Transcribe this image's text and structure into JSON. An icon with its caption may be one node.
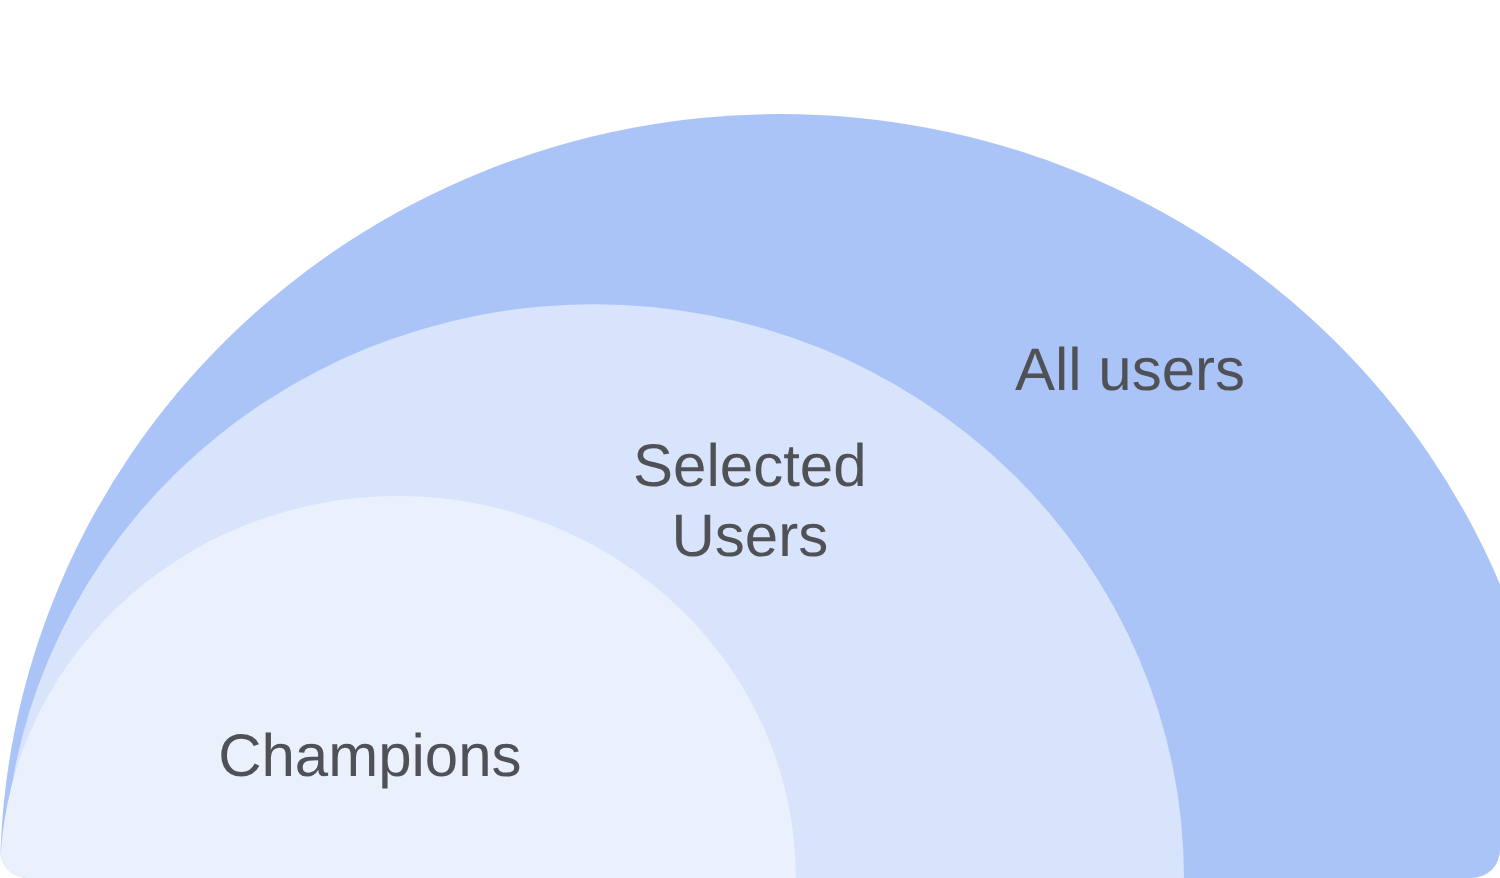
{
  "diagram": {
    "nodes": [
      {
        "text": [
          "All users"
        ]
      },
      {
        "text": [
          "Selected Users"
        ],
        "in": 0
      },
      {
        "text": [
          "Champions"
        ],
        "in": 1
      }
    ]
  }
}
